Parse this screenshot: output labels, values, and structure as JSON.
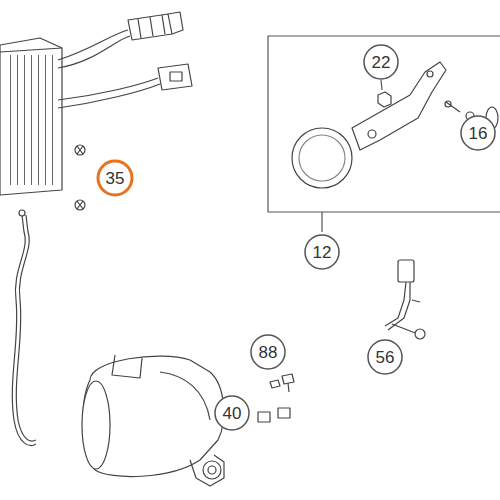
{
  "diagram": {
    "labels": [
      "22",
      "16",
      "35",
      "12",
      "88",
      "56",
      "40"
    ]
  }
}
